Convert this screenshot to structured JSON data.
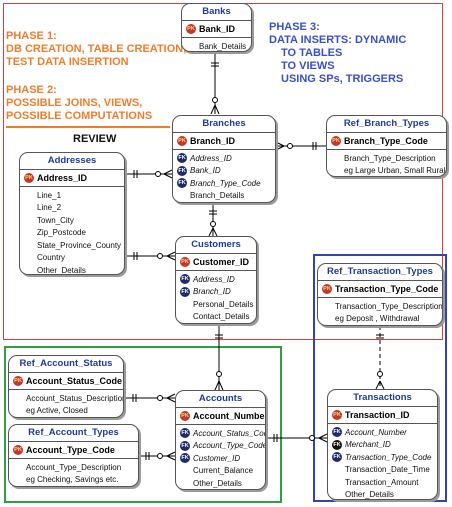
{
  "phases": {
    "phase1": [
      "PHASE 1:",
      "DB CREATION, TABLE CREATION,",
      "TEST DATA INSERTION"
    ],
    "phase2": [
      "PHASE 2:",
      "POSSIBLE JOINS, VIEWS,",
      "POSSIBLE COMPUTATIONS"
    ],
    "phase3": [
      "PHASE 3:",
      "DATA INSERTS: DYNAMIC",
      "TO TABLES",
      "TO VIEWS",
      "USING SPs, TRIGGERS"
    ],
    "review": "REVIEW"
  },
  "colors": {
    "phase_orange": "#f07d2c",
    "phase_blue": "#3b4fc4",
    "red_frame": "#e23b3b",
    "green_frame": "#2ea043",
    "blue_frame": "#3344aa",
    "pk_icon": "#c0392b",
    "fk_icon": "#1d2b6b",
    "entity_title": "#1f3a93"
  },
  "entities": {
    "banks": {
      "title": "Banks",
      "pk": "Bank_ID",
      "fields": [
        {
          "text": "Bank_Details",
          "kind": "plain"
        }
      ]
    },
    "branches": {
      "title": "Branches",
      "pk": "Branch_ID",
      "fields": [
        {
          "text": "Address_ID",
          "kind": "fk"
        },
        {
          "text": "Bank_ID",
          "kind": "fk"
        },
        {
          "text": "Branch_Type_Code",
          "kind": "fk"
        },
        {
          "text": "Branch_Details",
          "kind": "plain"
        }
      ]
    },
    "ref_branch_types": {
      "title": "Ref_Branch_Types",
      "pk": "Branch_Type_Code",
      "fields": [
        {
          "text": "Branch_Type_Description",
          "kind": "plain"
        },
        {
          "text": "eg Large Urban, Small Rural",
          "kind": "plain"
        }
      ]
    },
    "addresses": {
      "title": "Addresses",
      "pk": "Address_ID",
      "fields": [
        {
          "text": "Line_1",
          "kind": "plain"
        },
        {
          "text": "Line_2",
          "kind": "plain"
        },
        {
          "text": "Town_City",
          "kind": "plain"
        },
        {
          "text": "Zip_Postcode",
          "kind": "plain"
        },
        {
          "text": "State_Province_County",
          "kind": "plain"
        },
        {
          "text": "Country",
          "kind": "plain"
        },
        {
          "text": "Other_Details",
          "kind": "plain"
        }
      ]
    },
    "customers": {
      "title": "Customers",
      "pk": "Customer_ID",
      "fields": [
        {
          "text": "Address_ID",
          "kind": "fk"
        },
        {
          "text": "Branch_ID",
          "kind": "fk"
        },
        {
          "text": "Personal_Details",
          "kind": "plain"
        },
        {
          "text": "Contact_Details",
          "kind": "plain"
        }
      ]
    },
    "ref_transaction_types": {
      "title": "Ref_Transaction_Types",
      "pk": "Transaction_Type_Code",
      "fields": [
        {
          "text": "Transaction_Type_Description",
          "kind": "plain"
        },
        {
          "text": "eg Deposit , Withdrawal",
          "kind": "plain"
        }
      ]
    },
    "ref_account_status": {
      "title": "Ref_Account_Status",
      "pk": "Account_Status_Code",
      "fields": [
        {
          "text": "Account_Status_Description",
          "kind": "plain"
        },
        {
          "text": "eg Active, Closed",
          "kind": "plain"
        }
      ]
    },
    "ref_account_types": {
      "title": "Ref_Account_Types",
      "pk": "Account_Type_Code",
      "fields": [
        {
          "text": "Account_Type_Description",
          "kind": "plain"
        },
        {
          "text": "eg Checking, Savings etc.",
          "kind": "plain"
        }
      ]
    },
    "accounts": {
      "title": "Accounts",
      "pk": "Account_Number",
      "fields": [
        {
          "text": "Account_Status_Code",
          "kind": "fk"
        },
        {
          "text": "Account_Type_Code",
          "kind": "fk"
        },
        {
          "text": "Customer_ID",
          "kind": "fk"
        },
        {
          "text": "Current_Balance",
          "kind": "plain"
        },
        {
          "text": "Other_Details",
          "kind": "plain"
        }
      ]
    },
    "transactions": {
      "title": "Transactions",
      "pk": "Transaction_ID",
      "fields": [
        {
          "text": "Account_Number",
          "kind": "fk"
        },
        {
          "text": "Merchant_ID",
          "kind": "fk-black"
        },
        {
          "text": "Transaction_Type_Code",
          "kind": "fk"
        },
        {
          "text": "Transaction_Date_Time",
          "kind": "plain"
        },
        {
          "text": "Transaction_Amount",
          "kind": "plain"
        },
        {
          "text": "Other_Details",
          "kind": "plain"
        }
      ]
    }
  }
}
